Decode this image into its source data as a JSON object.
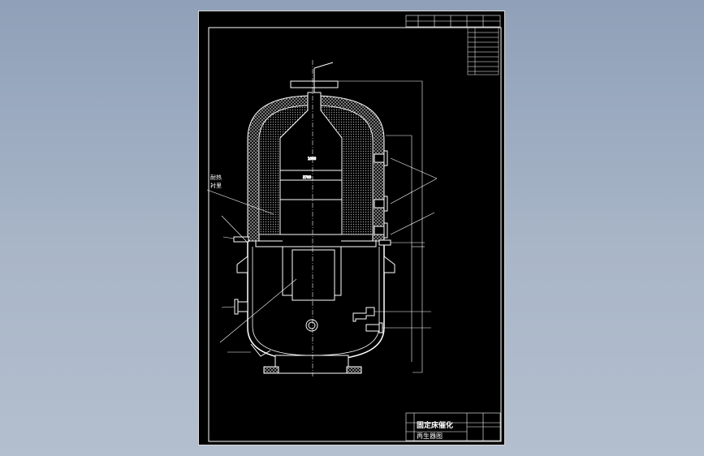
{
  "drawing": {
    "title_line1": "固定床催化",
    "title_line2": "再生器图",
    "callout_insulation_line1": "耐热",
    "callout_insulation_line2": "衬里"
  },
  "colors": {
    "canvas_bg": "#000000",
    "line": "#ffffff",
    "hatch": "#cfcfcf"
  }
}
